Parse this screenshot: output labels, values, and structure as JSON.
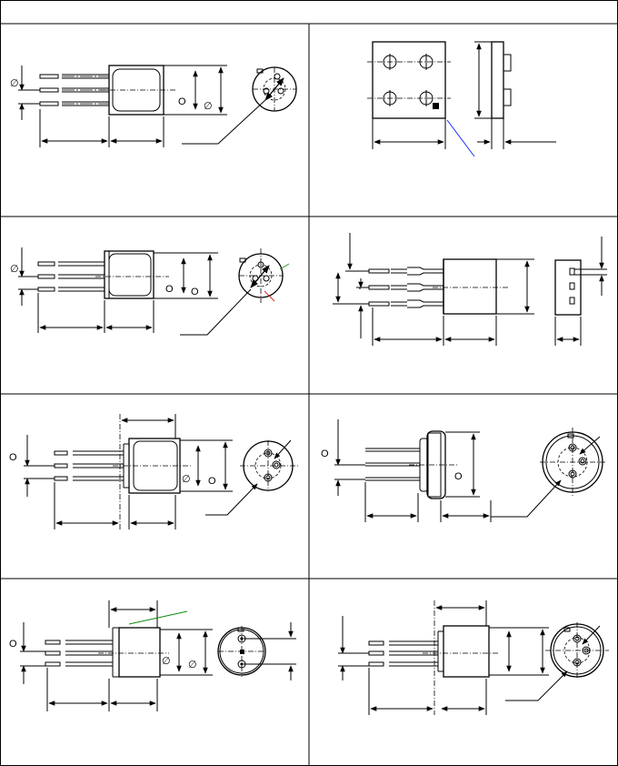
{
  "symbols": {
    "diameter": "∅",
    "hole": "O"
  },
  "cells": [
    {
      "id": "cell-1",
      "kind": "side-view-with-end-view"
    },
    {
      "id": "cell-2",
      "kind": "square-block-front-and-side"
    },
    {
      "id": "cell-3",
      "kind": "side-view-with-end-view"
    },
    {
      "id": "cell-4",
      "kind": "rectangular-body-front-and-side"
    },
    {
      "id": "cell-5",
      "kind": "side-view-with-end-view"
    },
    {
      "id": "cell-6",
      "kind": "side-view-with-end-view"
    },
    {
      "id": "cell-7",
      "kind": "side-view-with-pin-face-view"
    },
    {
      "id": "cell-8",
      "kind": "side-view-with-end-view"
    }
  ],
  "colors": {
    "line": "#000000",
    "annotation_blue": "#1a2cff",
    "annotation_green": "#2a9a2a",
    "annotation_red": "#e02020",
    "annotation_green_dark": "#108a10"
  }
}
